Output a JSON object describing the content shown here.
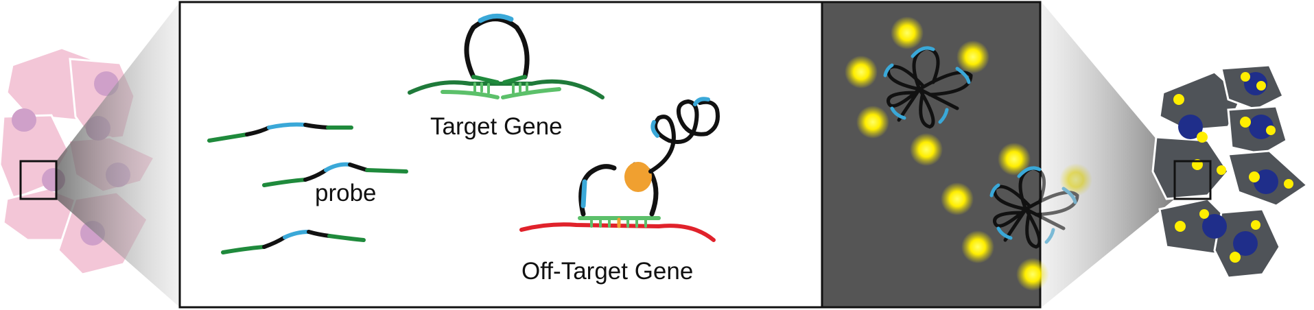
{
  "labels": {
    "probe": "probe",
    "target_gene": "Target Gene",
    "off_target_gene": "Off-Target Gene"
  },
  "colors": {
    "probe_arm": "#1f8a3c",
    "probe_loop": "#111111",
    "barcode": "#3aa8d8",
    "target_strand": "#1f7a3a",
    "bound_duplex": "#5cc06a",
    "off_target_strand": "#e0222b",
    "mismatch_enzyme": "#f0a030",
    "cell_left": "#f3c6d7",
    "nucleus_left": "#cfa0c9",
    "cell_right": "#4f5358",
    "nucleus_right": "#1f2e8a",
    "signal": "#ffee00",
    "dark_panel": "#555555"
  }
}
